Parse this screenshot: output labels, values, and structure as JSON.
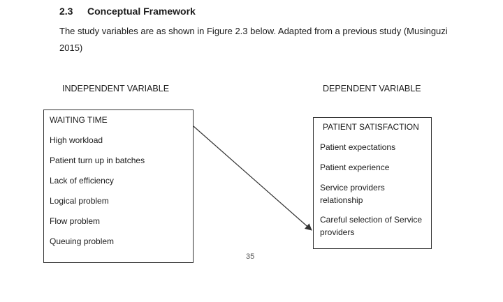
{
  "section": {
    "number": "2.3",
    "title": "Conceptual Framework",
    "paragraph": "The study variables are as shown in Figure 2.3 below. Adapted from a previous study (Musinguzi 2015)"
  },
  "diagram": {
    "independent_label": "INDEPENDENT VARIABLE",
    "dependent_label": "DEPENDENT VARIABLE",
    "left_box": {
      "title": "WAITING TIME",
      "items": [
        "High workload",
        "Patient turn up in batches",
        "Lack of efficiency",
        "Logical problem",
        "Flow problem",
        "Queuing problem"
      ]
    },
    "right_box": {
      "title": "PATIENT SATISFACTION",
      "items": [
        "Patient expectations",
        "Patient experience",
        "Service providers relationship",
        "Careful selection of Service providers"
      ]
    },
    "arrow_color": "#333333"
  },
  "page_number": "35"
}
